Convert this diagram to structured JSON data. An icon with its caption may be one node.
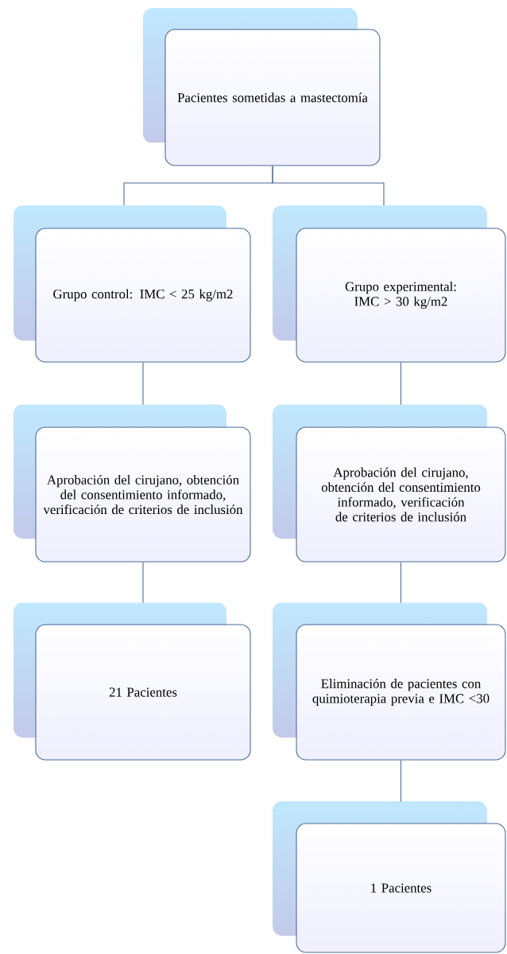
{
  "diagram": {
    "nodes": [
      {
        "text": [
          "Pacientes sometidas a mastectomía"
        ]
      },
      {
        "text": [
          "Grupo control: IMC < 25 kg/m2"
        ]
      },
      {
        "text": [
          "Grupo experimental: IMC > 30 kg/m2"
        ]
      },
      {
        "text": [
          "Aprobación del cirujano, obtención del consentimiento informado, verificación de criterios de inclusión"
        ]
      },
      {
        "text": [
          "Aprobación del cirujano, obtención del consentimiento informado, verificación de criterios de inclusión"
        ]
      },
      {
        "text": [
          "21 Pacientes"
        ]
      },
      {
        "text": [
          "Eliminación de pacientes con quimioterapia previa e IMC <30"
        ]
      },
      {
        "text": [
          "1 Pacientes"
        ]
      }
    ],
    "edges": [
      {
        "from": 0,
        "to": 1,
        "arrow": "none"
      },
      {
        "from": 0,
        "to": 2,
        "arrow": "none"
      },
      {
        "from": 1,
        "to": 3,
        "arrow": "none"
      },
      {
        "from": 2,
        "to": 4,
        "arrow": "none"
      },
      {
        "from": 3,
        "to": 5,
        "arrow": "none"
      },
      {
        "from": 4,
        "to": 6,
        "arrow": "none"
      },
      {
        "from": 6,
        "to": 7,
        "arrow": "none"
      }
    ]
  }
}
